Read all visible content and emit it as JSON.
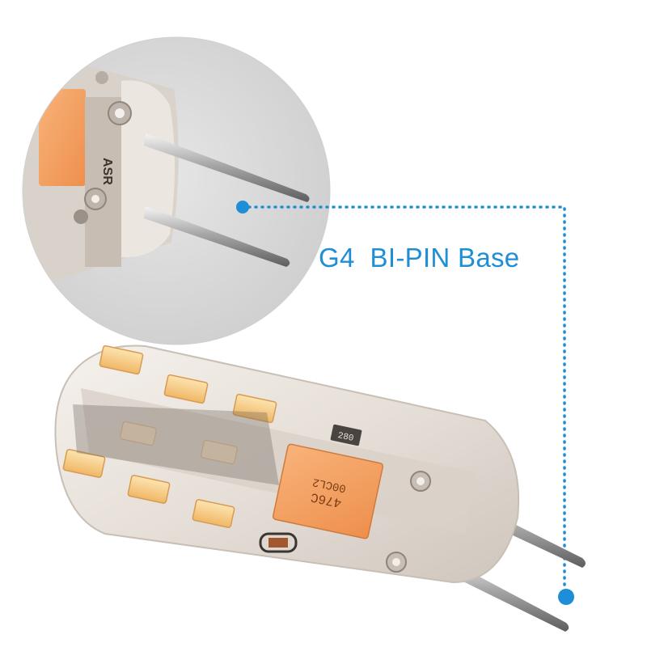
{
  "callout": {
    "label": "G4  BI-PIN Base",
    "accent_color": "#1e8ed6"
  },
  "zoom_inset": {
    "markings": [
      "ASR"
    ]
  },
  "capacitor": {
    "line1": "476C",
    "line2": "00CL2"
  },
  "resistor": {
    "marking": "280"
  }
}
